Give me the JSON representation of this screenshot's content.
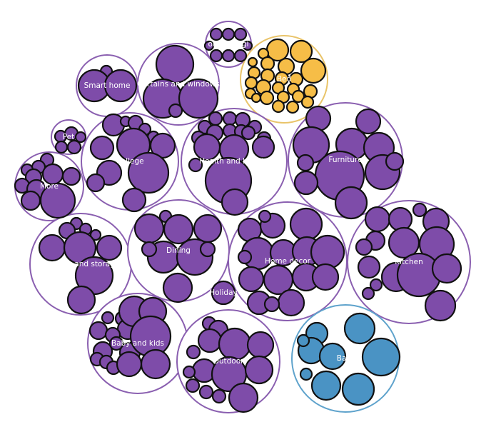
{
  "chart_data": {
    "type": "circle-packing",
    "colors": {
      "default_fill": "#7e4ca9",
      "default_ring": "#8a5fb0",
      "bed_fill": "#f6bd47",
      "bed_ring": "#e9c46a",
      "bath_fill": "#4a93c4",
      "bath_ring": "#5fa3cc"
    },
    "groups": [
      {
        "name": "Personalized gifts",
        "label": "onalized gi",
        "color": "default",
        "leaves": 8
      },
      {
        "name": "Bed",
        "label": "Bed",
        "color": "bed",
        "leaves": 24
      },
      {
        "name": "Smart home",
        "label": "Smart home",
        "color": "default",
        "leaves": 3
      },
      {
        "name": "Curtains and windows",
        "label": "Curtains and windows",
        "color": "default",
        "leaves": 4
      },
      {
        "name": "Pet",
        "label": "Pet",
        "color": "default",
        "leaves": 5
      },
      {
        "name": "College",
        "label": "College",
        "color": "default",
        "leaves": 12
      },
      {
        "name": "Health and beauty",
        "label": "Health and beauty",
        "color": "default",
        "leaves": 17
      },
      {
        "name": "Furniture",
        "label": "Furniture",
        "color": "default",
        "leaves": 11
      },
      {
        "name": "More",
        "label": "More",
        "color": "default",
        "leaves": 10
      },
      {
        "name": "Cleaning and storage",
        "label": "eaning and storag",
        "color": "default",
        "leaves": 9
      },
      {
        "name": "Dining",
        "label": "Dining",
        "color": "default",
        "leaves": 9
      },
      {
        "name": "Home decor",
        "label": "Home decor",
        "color": "default",
        "leaves": 16
      },
      {
        "name": "Kitchen",
        "label": "Kitchen",
        "color": "default",
        "leaves": 15
      },
      {
        "name": "Holiday",
        "label": "Holiday",
        "color": "default",
        "leaves": 1
      },
      {
        "name": "Baby and kids",
        "label": "Baby and kids",
        "color": "default",
        "leaves": 14
      },
      {
        "name": "Outdoor",
        "label": "Outdoor",
        "color": "default",
        "leaves": 14
      },
      {
        "name": "Bath",
        "label": "Bath",
        "color": "bath",
        "leaves": 10
      }
    ]
  }
}
